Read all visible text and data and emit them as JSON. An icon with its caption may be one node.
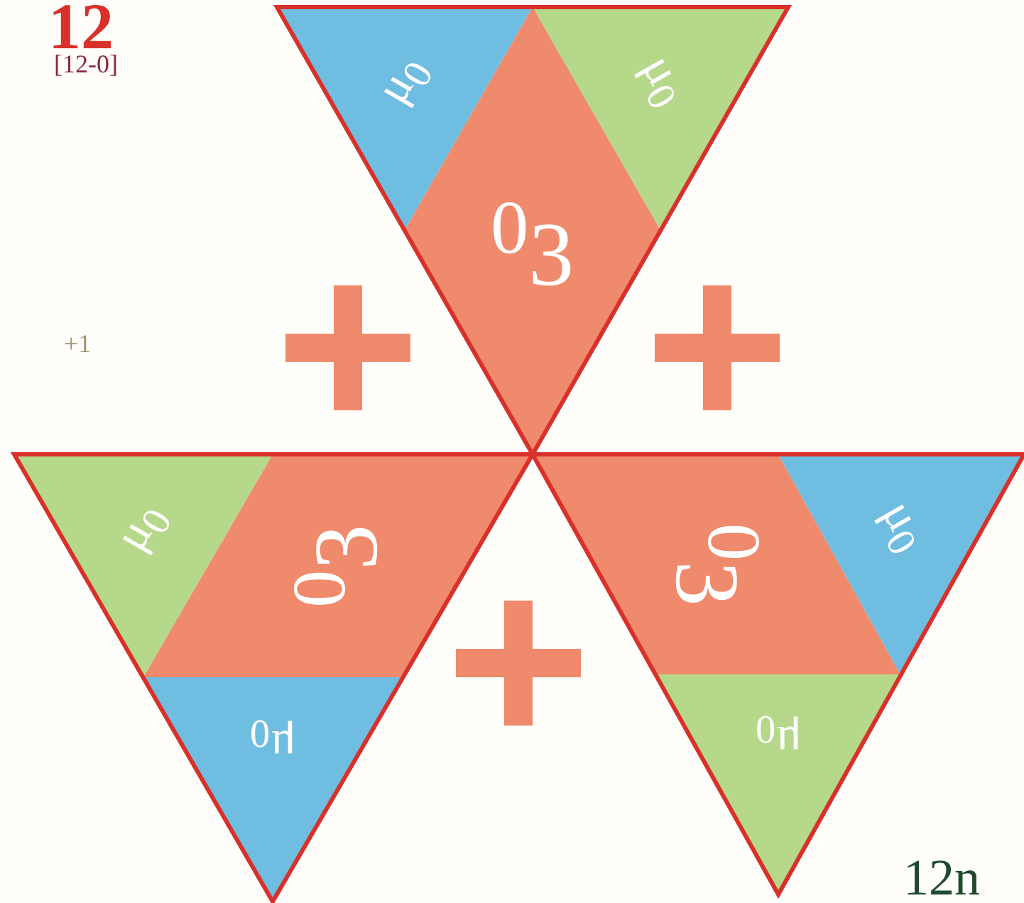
{
  "diagram": {
    "nodes": [
      {
        "text": [],
        "shape": "triangle"
      },
      {
        "text": [
          "μ$_{0}$"
        ],
        "in": 0
      },
      {
        "text": [
          "μ$_{0}$"
        ],
        "in": 0
      },
      {
        "text": [
          "$^{0}$3"
        ],
        "in": 0
      },
      {
        "text": [],
        "shape": "triangle"
      },
      {
        "text": [
          "μ$_{0}$"
        ],
        "in": 4
      },
      {
        "text": [
          "$^{0}$3"
        ],
        "in": 4
      },
      {
        "text": [
          "μ$_{0}$"
        ],
        "in": 4
      },
      {
        "text": [],
        "shape": "triangle"
      },
      {
        "text": [
          "$^{0}$3"
        ],
        "in": 8
      },
      {
        "text": [
          "μ$_{0}$"
        ],
        "in": 8
      },
      {
        "text": [
          "μ$_{0}$"
        ],
        "in": 8
      },
      {
        "text": [],
        "shape": "plus"
      },
      {
        "text": [],
        "shape": "plus"
      },
      {
        "text": [],
        "shape": "plus"
      }
    ],
    "labels": [
      "12",
      "[12-0]",
      "+1",
      "12n"
    ]
  }
}
